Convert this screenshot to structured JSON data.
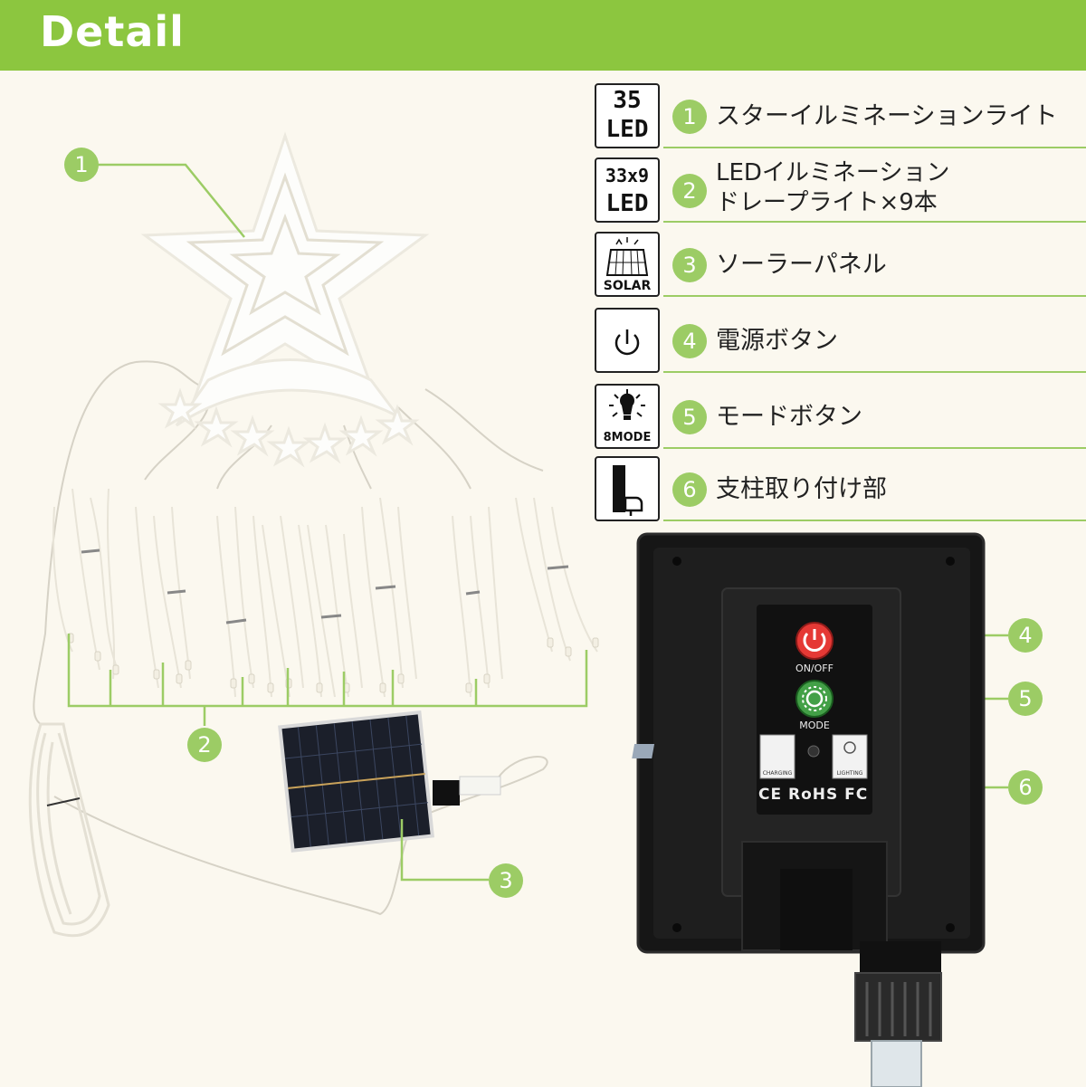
{
  "header": {
    "title": "Detail"
  },
  "features": [
    {
      "number": "1",
      "icon": "led-35-icon",
      "icon_lines": [
        "35",
        "LED"
      ],
      "text": "スターイルミネーションライト"
    },
    {
      "number": "2",
      "icon": "led-33x9-icon",
      "icon_lines": [
        "33x9",
        "LED"
      ],
      "text_lines": [
        "LEDイルミネーション",
        "ドレープライト×9本"
      ]
    },
    {
      "number": "3",
      "icon": "solar-panel-icon",
      "icon_lines": [
        "SOLAR"
      ],
      "text": "ソーラーパネル"
    },
    {
      "number": "4",
      "icon": "power-icon",
      "text": "電源ボタン"
    },
    {
      "number": "5",
      "icon": "bulb-mode-icon",
      "icon_lines": [
        "8MODE"
      ],
      "text": "モードボタン"
    },
    {
      "number": "6",
      "icon": "pole-mount-icon",
      "text": "支柱取り付け部"
    }
  ],
  "callouts": {
    "star": "1",
    "drapes": "2",
    "solar": "3",
    "power": "4",
    "mode": "5",
    "mount": "6"
  },
  "device": {
    "power_label": "ON/OFF",
    "mode_label": "MODE",
    "charging_label": "CHARGING",
    "lighting_label": "LIGHTING",
    "certifications": "CE RoHS FC"
  },
  "colors": {
    "accent": "#8cc63f",
    "callout": "#9ccc65",
    "power_button": "#e53935",
    "mode_button": "#43a047"
  }
}
